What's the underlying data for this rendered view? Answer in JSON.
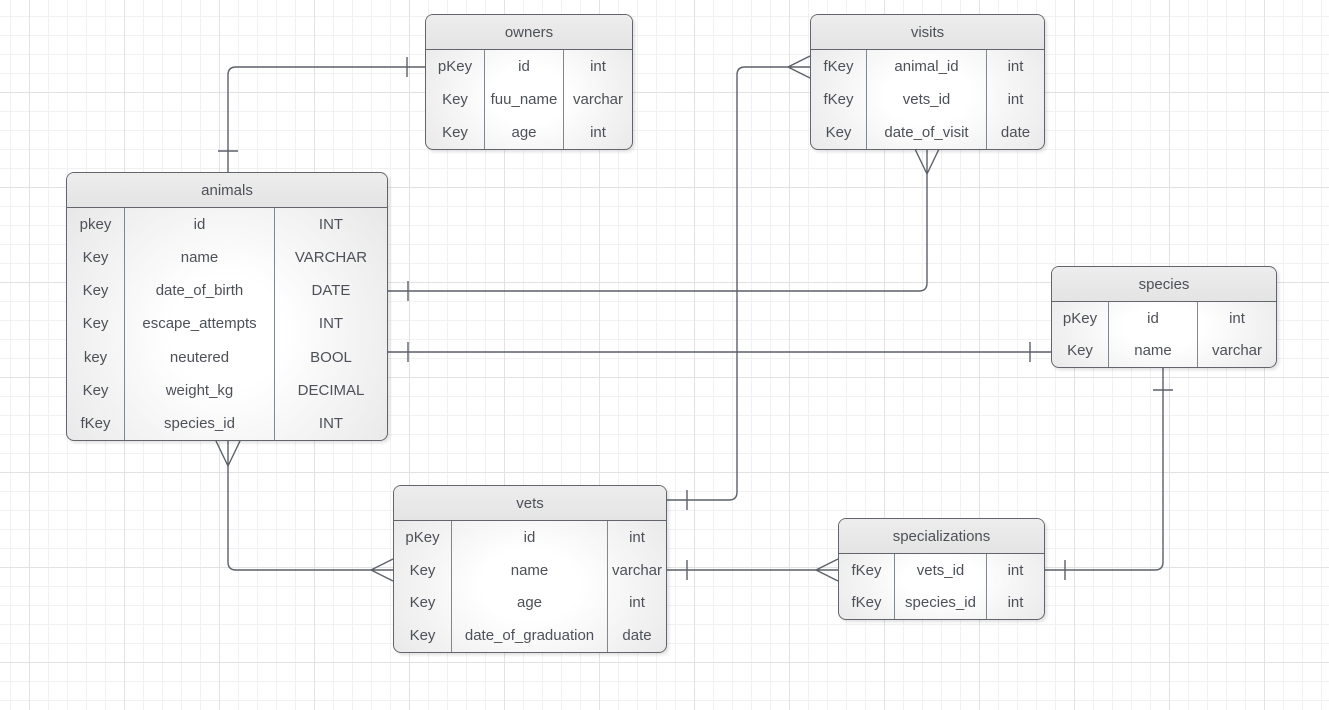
{
  "diagram": {
    "kind": "entity-relationship-diagram",
    "colors": {
      "table_border": "#62666c",
      "table_header_fill": "#e8e8e8",
      "table_body_fill_center": "#ffffff",
      "table_body_fill_edge": "#e3e3e3",
      "text": "#4d5157",
      "connector": "#5b6169",
      "grid_minor": "#f1f1f1",
      "grid_major": "#e2e2e2",
      "canvas_background": "#ffffff"
    }
  },
  "tables": {
    "owners": {
      "title": "owners",
      "rows": [
        {
          "key": "pKey",
          "field": "id",
          "type": "int"
        },
        {
          "key": "Key",
          "field": "fuu_name",
          "type": "varchar"
        },
        {
          "key": "Key",
          "field": "age",
          "type": "int"
        }
      ]
    },
    "visits": {
      "title": "visits",
      "rows": [
        {
          "key": "fKey",
          "field": "animal_id",
          "type": "int"
        },
        {
          "key": "fKey",
          "field": "vets_id",
          "type": "int"
        },
        {
          "key": "Key",
          "field": "date_of_visit",
          "type": "date"
        }
      ]
    },
    "animals": {
      "title": "animals",
      "rows": [
        {
          "key": "pkey",
          "field": "id",
          "type": "INT"
        },
        {
          "key": "Key",
          "field": "name",
          "type": "VARCHAR"
        },
        {
          "key": "Key",
          "field": "date_of_birth",
          "type": "DATE"
        },
        {
          "key": "Key",
          "field": "escape_attempts",
          "type": "INT"
        },
        {
          "key": "key",
          "field": "neutered",
          "type": "BOOL"
        },
        {
          "key": "Key",
          "field": "weight_kg",
          "type": "DECIMAL"
        },
        {
          "key": "fKey",
          "field": "species_id",
          "type": "INT"
        }
      ]
    },
    "species": {
      "title": "species",
      "rows": [
        {
          "key": "pKey",
          "field": "id",
          "type": "int"
        },
        {
          "key": "Key",
          "field": "name",
          "type": "varchar"
        }
      ]
    },
    "vets": {
      "title": "vets",
      "rows": [
        {
          "key": "pKey",
          "field": "id",
          "type": "int"
        },
        {
          "key": "Key",
          "field": "name",
          "type": "varchar"
        },
        {
          "key": "Key",
          "field": "age",
          "type": "int"
        },
        {
          "key": "Key",
          "field": "date_of_graduation",
          "type": "date"
        }
      ]
    },
    "specializations": {
      "title": "specializations",
      "rows": [
        {
          "key": "fKey",
          "field": "vets_id",
          "type": "int"
        },
        {
          "key": "fKey",
          "field": "species_id",
          "type": "int"
        }
      ]
    }
  },
  "relationships": [
    {
      "from": "owners",
      "to": "animals",
      "from_marker": "one",
      "to_marker": "one"
    },
    {
      "from": "visits",
      "to": "vets",
      "from_marker": "many",
      "to_marker": "one"
    },
    {
      "from": "visits",
      "to": "animals",
      "from_marker": "many",
      "to_marker": "one"
    },
    {
      "from": "animals",
      "to": "species",
      "from_marker": "one",
      "to_marker": "one"
    },
    {
      "from": "animals",
      "to": "vets",
      "from_marker": "many",
      "to_marker": "many"
    },
    {
      "from": "vets",
      "to": "specializations",
      "from_marker": "one",
      "to_marker": "many"
    },
    {
      "from": "species",
      "to": "specializations",
      "from_marker": "one",
      "to_marker": "one"
    }
  ]
}
